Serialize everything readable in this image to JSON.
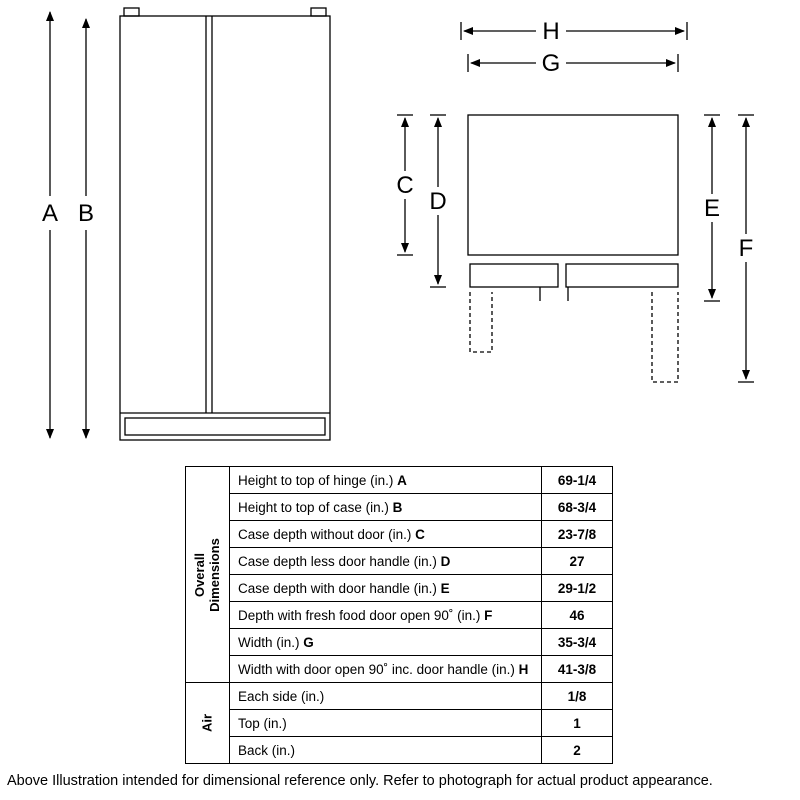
{
  "diagram": {
    "labels": {
      "A": "A",
      "B": "B",
      "C": "C",
      "D": "D",
      "E": "E",
      "F": "F",
      "G": "G",
      "H": "H"
    }
  },
  "table": {
    "groups": [
      {
        "name": "Overall Dimensions",
        "rows": [
          {
            "label": "Height to top of hinge (in.)",
            "letter": "A",
            "value": "69-1/4"
          },
          {
            "label": "Height to top of case (in.)",
            "letter": "B",
            "value": "68-3/4"
          },
          {
            "label": "Case depth without door (in.)",
            "letter": "C",
            "value": "23-7/8"
          },
          {
            "label": "Case depth less door handle (in.)",
            "letter": "D",
            "value": "27"
          },
          {
            "label": "Case depth with door handle (in.)",
            "letter": "E",
            "value": "29-1/2"
          },
          {
            "label": "Depth with fresh food door open 90˚ (in.)",
            "letter": "F",
            "value": "46"
          },
          {
            "label": "Width (in.)",
            "letter": "G",
            "value": "35-3/4"
          },
          {
            "label": "Width with door open 90˚ inc. door handle (in.)",
            "letter": "H",
            "value": "41-3/8"
          }
        ]
      },
      {
        "name": "Air",
        "rows": [
          {
            "label": "Each side (in.)",
            "letter": "",
            "value": "1/8"
          },
          {
            "label": "Top (in.)",
            "letter": "",
            "value": "1"
          },
          {
            "label": "Back (in.)",
            "letter": "",
            "value": "2"
          }
        ]
      }
    ]
  },
  "footer": "Above Illustration intended for dimensional reference only. Refer to photograph for actual product appearance."
}
